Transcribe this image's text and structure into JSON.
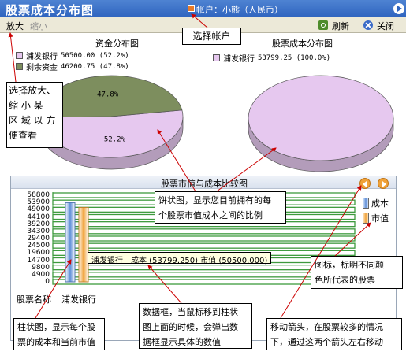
{
  "window": {
    "title": "股票成本分布图",
    "account_label": "帐户：小熊（人民币）"
  },
  "toolbar": {
    "zoom_in": "放大",
    "zoom_out": "缩小",
    "refresh": "刷新",
    "close": "关闭"
  },
  "fund_pie": {
    "title": "资金分布图",
    "legend": [
      {
        "name": "浦发银行",
        "value": "50500.00 (52.2%)",
        "color": "#e6c8ef"
      },
      {
        "name": "剩余资金",
        "value": "46200.75 (47.8%)",
        "color": "#7d8e5e"
      }
    ]
  },
  "stock_pie": {
    "title": "股票成本分布图",
    "legend": [
      {
        "name": "浦发银行",
        "value": "53799.25 (100.0%)",
        "color": "#e6c8ef"
      }
    ]
  },
  "bar_panel": {
    "title": "股票市值与成本比较图",
    "series_legend": {
      "cost": "成本",
      "market": "市值"
    },
    "xaxis_label": "股票名称",
    "stock_name": "浦发银行",
    "tooltip": "浦发银行　成本 (53799.250) 市值 (50500.000)"
  },
  "chart_data": [
    {
      "type": "pie",
      "title": "资金分布图",
      "labels": [
        "浦发银行",
        "剩余资金"
      ],
      "values": [
        50500.0,
        46200.75
      ],
      "percent_labels": [
        "52.2%",
        "47.8%"
      ],
      "colors": [
        "#e6c8ef",
        "#7d8e5e"
      ]
    },
    {
      "type": "pie",
      "title": "股票成本分布图",
      "labels": [
        "浦发银行"
      ],
      "values": [
        53799.25
      ],
      "percent_labels": [
        "100.0%"
      ],
      "colors": [
        "#e6c8ef"
      ]
    },
    {
      "type": "bar",
      "title": "股票市值与成本比较图",
      "categories": [
        "浦发银行"
      ],
      "series": [
        {
          "name": "成本",
          "values": [
            53799.25
          ],
          "color": "#5f8ed8"
        },
        {
          "name": "市值",
          "values": [
            50500.0
          ],
          "color": "#f0a23a"
        }
      ],
      "yticks": [
        "58800",
        "53900",
        "49000",
        "44100",
        "39200",
        "34300",
        "29400",
        "24500",
        "19600",
        "14700",
        "9800",
        "4900",
        "0"
      ],
      "ylim": [
        0,
        58800
      ],
      "grid": true,
      "grid_color": "#3d9a3d"
    }
  ],
  "annotations": {
    "select_account": "选择帐户",
    "zoom": [
      "选择放大、",
      "缩 小 某 一",
      "区 域 以 方",
      "便查看"
    ],
    "pie_chart": [
      "饼状图，显示您目前拥有的每",
      "个股票市值成本之间的比例"
    ],
    "legend_icon": [
      "图标，标明不同颜",
      "色所代表的股票"
    ],
    "bar_chart": [
      "柱状图，显示每个股",
      "票的成本和当前市值"
    ],
    "data_box": [
      "数据框，当鼠标移到柱状",
      "图上面的时候，会弹出数",
      "据框显示具体的数值"
    ],
    "move_arrows": [
      "移动箭头，在股票较多的情况",
      "下，通过这两个箭头左右移动"
    ]
  }
}
